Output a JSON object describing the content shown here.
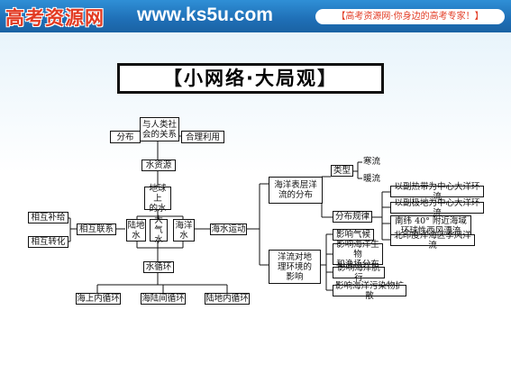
{
  "banner": {
    "logo_text": "高考资源网",
    "url_text": "www.ks5u.com",
    "slogan": "【高考资源网·你身边的高考专家！】",
    "colors": {
      "bar": "#1f6fb6",
      "logo": "#e23a22"
    }
  },
  "title": {
    "left_bracket": "【",
    "text": "小网络·大局观",
    "right_bracket": "】"
  },
  "diagram": {
    "human": "与人类社\n会的关系",
    "fenbu": "分布",
    "heli": "合理利用",
    "shuiziyuan": "水资源",
    "diqiu": "地球上\n的水",
    "ludi": "陆地\n水",
    "daqi": "大气\n水",
    "haiyang": "海洋\n水",
    "xiushuilianxi": "相互联系",
    "buji": "相互补给",
    "zhuanhua": "相互转化",
    "xunhuan": "水循环",
    "hai_nei": "海上内循环",
    "hai_lu": "海陆间循环",
    "lu_nei": "陆地内循环",
    "yundong": "海水运动",
    "biaoceng": "海洋表层洋\n流的分布",
    "leixing": "类型",
    "hanliu": "寒流",
    "nuanliu": "暖流",
    "fenbu_guilv": "分布规律",
    "g1": "以副热带为中心大洋环流",
    "g2": "以副极地为中心大洋环流",
    "g3": "南纬 40° 附近海域\n环球性西风漂流",
    "g4": "北印度洋海区季风洋流",
    "yingxiang": "洋流对地\n理环境的\n影响",
    "y1": "影响气候",
    "y2": "影响海洋生物\n和渔场分布",
    "y3": "影响海洋航行",
    "y4": "影响海洋污染物扩散"
  }
}
